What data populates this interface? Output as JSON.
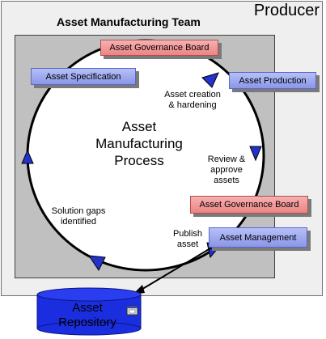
{
  "producer": {
    "title": "Producer"
  },
  "team": {
    "title": "Asset Manufacturing Team"
  },
  "process": {
    "title_line1": "Asset",
    "title_line2": "Manufacturing",
    "title_line3": "Process"
  },
  "boxes": {
    "governance_top": "Asset Governance Board",
    "specification": "Asset Specification",
    "production": "Asset Production",
    "governance_mid": "Asset Governance Board",
    "management": "Asset Management"
  },
  "steps": {
    "creation_line1": "Asset creation",
    "creation_line2": "& hardening",
    "review_line1": "Review &",
    "review_line2": "approve",
    "review_line3": "assets",
    "publish_line1": "Publish",
    "publish_line2": "asset",
    "gaps_line1": "Solution gaps",
    "gaps_line2": "identified"
  },
  "repository": {
    "line1": "Asset",
    "line2": "Repository"
  },
  "colors": {
    "blue_box": "#8b97e8",
    "red_box": "#ec8484",
    "arrow": "#2233cc",
    "cylinder": "#1a2ee0"
  }
}
